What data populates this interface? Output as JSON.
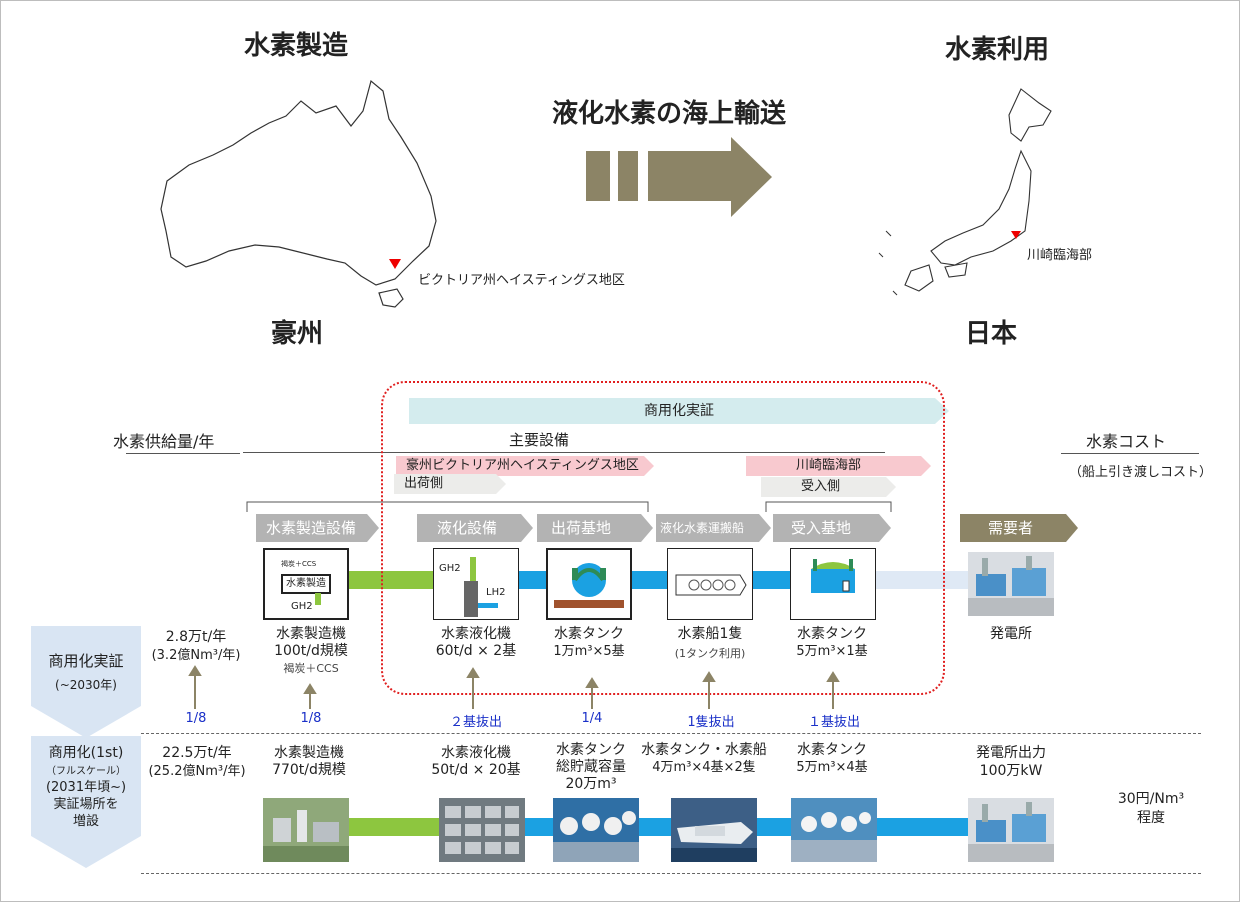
{
  "header": {
    "production_title": "水素製造",
    "usage_title": "水素利用",
    "transport_title": "液化水素の海上輸送",
    "country_left": "豪州",
    "country_right": "日本",
    "site_left": "ビクトリア州ヘイスティングス地区",
    "site_right": "川崎臨海部"
  },
  "labels": {
    "supply_label": "水素供給量/年",
    "cost_label": "水素コスト",
    "cost_note": "（船上引き渡しコスト）",
    "commercial_demo": "商用化実証",
    "main_facilities": "主要設備",
    "aus_side": "豪州ビクトリア州ヘイスティングス地区",
    "ship_side": "出荷側",
    "kawasaki": "川崎臨海部",
    "receive_side": "受入側"
  },
  "stages": [
    {
      "label": "水素製造設備"
    },
    {
      "label": "液化設備"
    },
    {
      "label": "出荷基地"
    },
    {
      "label": "液化水素運搬船"
    },
    {
      "label": "受入基地"
    },
    {
      "label": "需要者"
    }
  ],
  "icons": {
    "production_small": "褐炭＋CCS",
    "production_box": "水素製造",
    "production_gh2": "GH2",
    "liq_gh2": "GH2",
    "liq_lh2": "LH2"
  },
  "demo_row": {
    "phase": "商用化実証",
    "phase_sub": "(~2030年)",
    "supply_1": "2.8万t/年",
    "supply_2": "(3.2億Nm³/年)",
    "cap1_1": "水素製造機",
    "cap1_2": "100t/d規模",
    "cap1_3": "褐炭＋CCS",
    "cap2_1": "水素液化機",
    "cap2_2": "60t/d × 2基",
    "cap3_1": "水素タンク",
    "cap3_2": "1万m³×5基",
    "cap4_1": "水素船1隻",
    "cap4_2": "(1タンク利用)",
    "cap5_1": "水素タンク",
    "cap5_2": "5万m³×1基",
    "cap6_1": "発電所"
  },
  "ratios": [
    "1/8",
    "1/8",
    "２基抜出",
    "1/4",
    "1隻抜出",
    "１基抜出"
  ],
  "full_row": {
    "phase_1": "商用化(1st)",
    "phase_2": "（フルスケール）",
    "phase_3": "(2031年頃~)",
    "phase_4": "実証場所を",
    "phase_5": "増設",
    "supply_1": "22.5万t/年",
    "supply_2": "(25.2億Nm³/年)",
    "cap1_1": "水素製造機",
    "cap1_2": "770t/d規模",
    "cap2_1": "水素液化機",
    "cap2_2": "50t/d × 20基",
    "cap3_1": "水素タンク",
    "cap3_2": "総貯蔵容量",
    "cap3_3": "20万m³",
    "cap4_1": "水素タンク・水素船",
    "cap4_2": "4万m³×4基×2隻",
    "cap5_1": "水素タンク",
    "cap5_2": "5万m³×4基",
    "cap6_1": "発電所出力",
    "cap6_2": "100万kW",
    "cost_1": "30円/Nm³",
    "cost_2": "程度"
  },
  "colors": {
    "arrow": "#8c8466",
    "green": "#8dc63f",
    "blue": "#1ba1e2",
    "red_dots": "#e02020",
    "ratio_blue": "#1a30c8"
  }
}
